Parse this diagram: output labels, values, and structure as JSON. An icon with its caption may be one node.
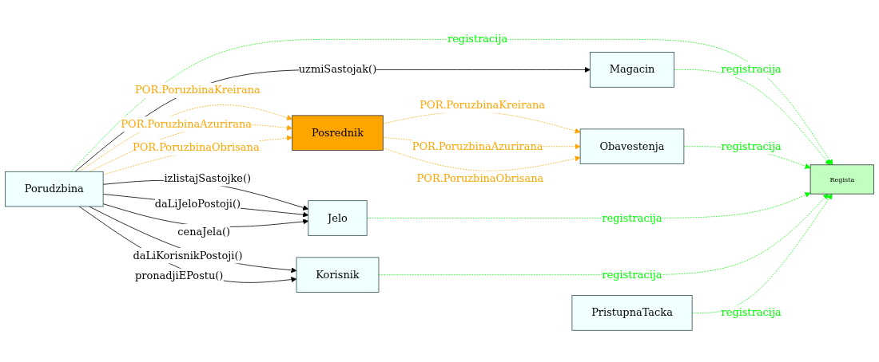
{
  "diagram": {
    "nodes": [
      {
        "text": [
          "Porudzbina"
        ]
      },
      {
        "text": [
          "Magacin"
        ]
      },
      {
        "text": [
          "Posrednik"
        ]
      },
      {
        "text": [
          "Obavestenja"
        ]
      },
      {
        "text": [
          "Jelo"
        ]
      },
      {
        "text": [
          "Korisnik"
        ]
      },
      {
        "text": [
          "PristupnaTacka"
        ]
      },
      {
        "text": [
          "Regista"
        ]
      }
    ],
    "edges": [
      {
        "from": 0,
        "to": 7,
        "arrow": "to",
        "label": "registracija",
        "style": "dashed",
        "color": "#00ff00"
      },
      {
        "from": 0,
        "to": 1,
        "arrow": "to",
        "label": "uzmiSastojak()",
        "color": "#000000"
      },
      {
        "from": 0,
        "to": 2,
        "arrow": "to",
        "label": "POR.PoruzbinaKreirana",
        "style": "dashed",
        "color": "#ffa500"
      },
      {
        "from": 0,
        "to": 2,
        "arrow": "to",
        "label": "POR.PoruzbinaAzurirana",
        "style": "dashed",
        "color": "#ffa500"
      },
      {
        "from": 0,
        "to": 2,
        "arrow": "to",
        "label": "POR.PoruzbinaObrisana",
        "style": "dashed",
        "color": "#ffa500"
      },
      {
        "from": 0,
        "to": 4,
        "arrow": "to",
        "label": "izlistajSastojke()",
        "color": "#000000"
      },
      {
        "from": 0,
        "to": 4,
        "arrow": "to",
        "label": "daLiJeloPostoji()",
        "color": "#000000"
      },
      {
        "from": 0,
        "to": 4,
        "arrow": "to",
        "label": "cenaJela()",
        "color": "#000000"
      },
      {
        "from": 0,
        "to": 5,
        "arrow": "to",
        "label": "daLiKorisnikPostoji()",
        "color": "#000000"
      },
      {
        "from": 0,
        "to": 5,
        "arrow": "to",
        "label": "pronadjiEPostu()",
        "color": "#000000"
      },
      {
        "from": 1,
        "to": 7,
        "arrow": "to",
        "label": "registracija",
        "style": "dashed",
        "color": "#00ff00"
      },
      {
        "from": 2,
        "to": 3,
        "arrow": "to",
        "label": "POR.PoruzbinaKreirana",
        "style": "dashed",
        "color": "#ffa500"
      },
      {
        "from": 2,
        "to": 3,
        "arrow": "to",
        "label": "POR.PoruzbinaAzurirana",
        "style": "dashed",
        "color": "#ffa500"
      },
      {
        "from": 2,
        "to": 3,
        "arrow": "to",
        "label": "POR.PoruzbinaObrisana",
        "style": "dashed",
        "color": "#ffa500"
      },
      {
        "from": 3,
        "to": 7,
        "arrow": "to",
        "label": "registracija",
        "style": "dashed",
        "color": "#00ff00"
      },
      {
        "from": 4,
        "to": 7,
        "arrow": "to",
        "label": "registracija",
        "style": "dashed",
        "color": "#00ff00"
      },
      {
        "from": 5,
        "to": 7,
        "arrow": "to",
        "label": "registracija",
        "style": "dashed",
        "color": "#00ff00"
      },
      {
        "from": 6,
        "to": 7,
        "arrow": "to",
        "label": "registracija",
        "style": "dashed",
        "color": "#00ff00"
      }
    ]
  }
}
